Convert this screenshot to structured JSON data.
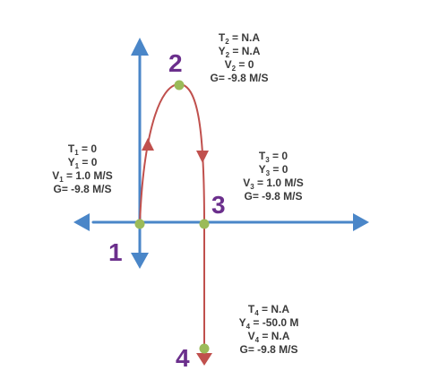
{
  "colors": {
    "axis": "#4a86c8",
    "trajectory": "#c0504d",
    "point": "#9bbb59",
    "point_label": "#6b2f8c",
    "text": "#3a3a3a"
  },
  "points": [
    {
      "number": "1"
    },
    {
      "number": "2"
    },
    {
      "number": "3"
    },
    {
      "number": "4"
    }
  ],
  "info": {
    "p1": [
      {
        "var": "T",
        "sub": "1",
        "rest": " = 0"
      },
      {
        "var": "Y",
        "sub": "1",
        "rest": " = 0"
      },
      {
        "var": "V",
        "sub": "1",
        "rest": " = 1.0 M/S"
      },
      {
        "var": "G",
        "sub": "",
        "rest": "= -9.8 M/S"
      }
    ],
    "p2": [
      {
        "var": "T",
        "sub": "2",
        "rest": " = N.A"
      },
      {
        "var": "Y",
        "sub": "2",
        "rest": " = N.A"
      },
      {
        "var": "V",
        "sub": "2",
        "rest": " = 0"
      },
      {
        "var": "G",
        "sub": "",
        "rest": "= -9.8 M/S"
      }
    ],
    "p3": [
      {
        "var": "T",
        "sub": "3",
        "rest": " = 0"
      },
      {
        "var": "Y",
        "sub": "3",
        "rest": " = 0"
      },
      {
        "var": "V",
        "sub": "3",
        "rest": " = 1.0 M/S"
      },
      {
        "var": "G",
        "sub": "",
        "rest": "= -9.8 M/S"
      }
    ],
    "p4": [
      {
        "var": "T",
        "sub": "4",
        "rest": " = N.A"
      },
      {
        "var": "Y",
        "sub": "4",
        "rest": " = -50.0 M"
      },
      {
        "var": "V",
        "sub": "4",
        "rest": " = N.A"
      },
      {
        "var": "G",
        "sub": "",
        "rest": "= -9.8 M/S"
      }
    ]
  }
}
